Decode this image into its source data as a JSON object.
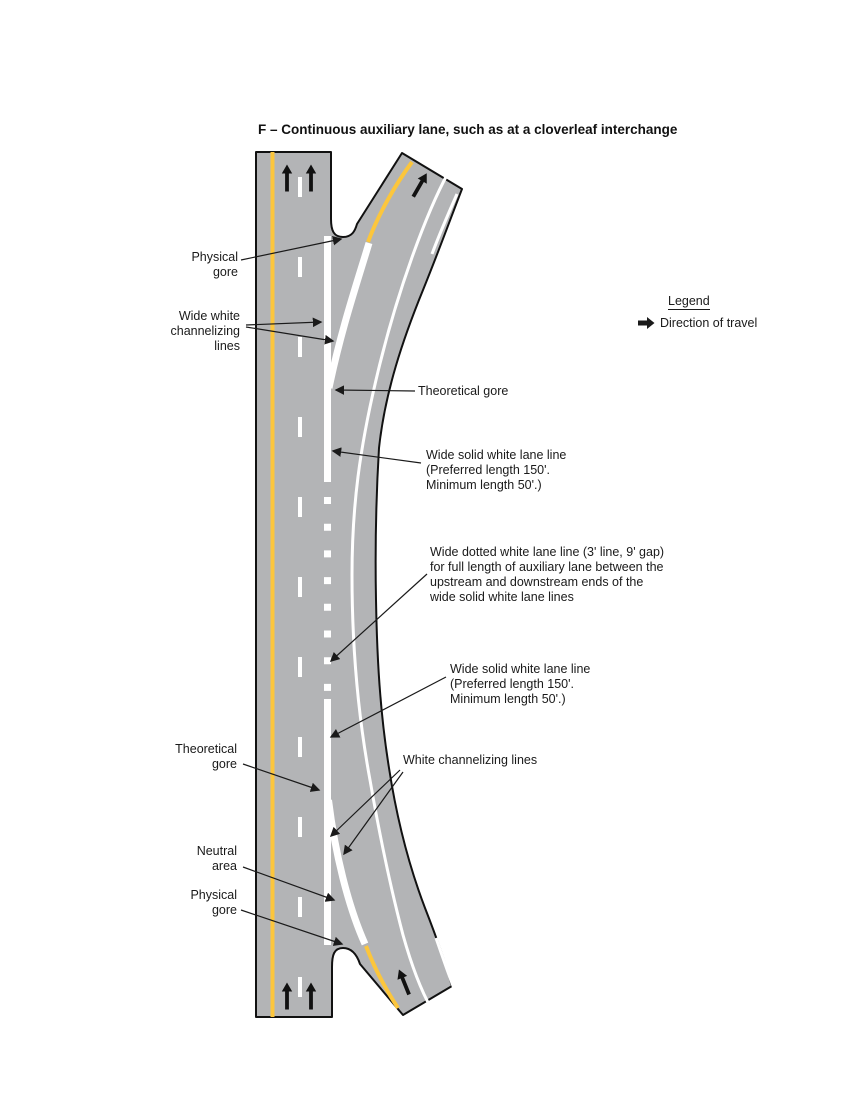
{
  "title": "F – Continuous auxiliary lane, such as at a cloverleaf interchange",
  "legend": {
    "title": "Legend",
    "direction_icon": "right-arrow-icon",
    "direction_label": "Direction of travel"
  },
  "colors": {
    "pavement": "#b3b4b6",
    "edge_line_yellow": "#fcc63c",
    "marking_white": "#ffffff",
    "outline_black": "#1a1a1a"
  },
  "labels": {
    "physical_gore_top": "Physical\ngore",
    "wide_white_channelizing": "Wide white\nchannelizing\nlines",
    "theoretical_gore_upper": "Theoretical gore",
    "wide_solid_upper": "Wide solid white lane line\n(Preferred length 150'.\nMinimum length 50'.)",
    "wide_dotted": "Wide dotted white lane line (3' line, 9' gap)\nfor full length of auxiliary lane between the\nupstream and downstream ends of the\nwide solid white lane lines",
    "wide_solid_lower": "Wide solid white lane line\n(Preferred length 150'.\nMinimum length 50'.)",
    "white_channelizing_lower": "White channelizing lines",
    "theoretical_gore_lower": "Theoretical\ngore",
    "neutral_area": "Neutral\narea",
    "physical_gore_bottom": "Physical\ngore"
  }
}
